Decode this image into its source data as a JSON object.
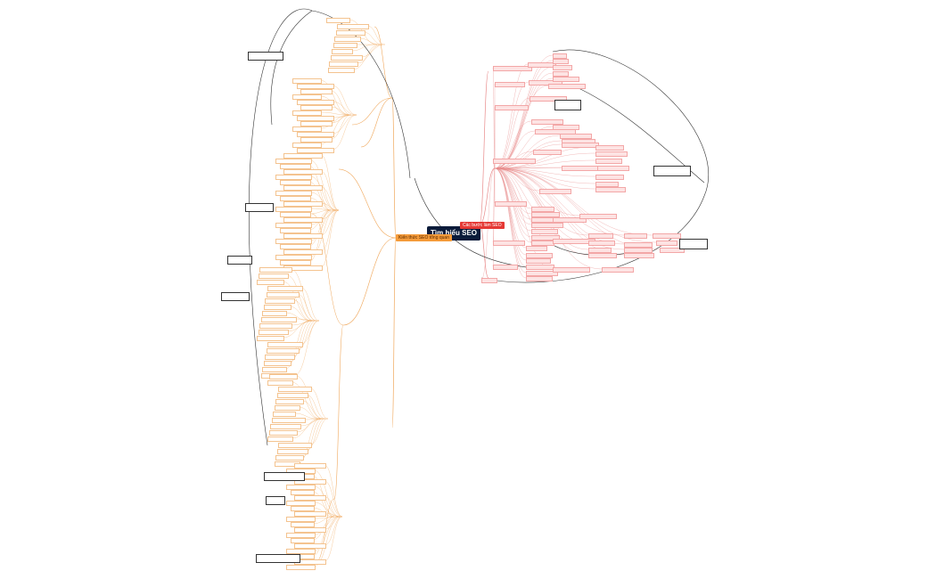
{
  "map": {
    "central_label": "Tìm hiểu SEO",
    "left_branch_label": "Kiến thức SEO tổng quan",
    "right_branch_label": "Các bước làm SEO",
    "colors": {
      "central_bg": "#0b1b3a",
      "left_accent": "#f59b3a",
      "left_line": "#f0a85c",
      "right_accent": "#e53935",
      "right_line": "#e88a8a",
      "relation_line": "#333333"
    }
  }
}
